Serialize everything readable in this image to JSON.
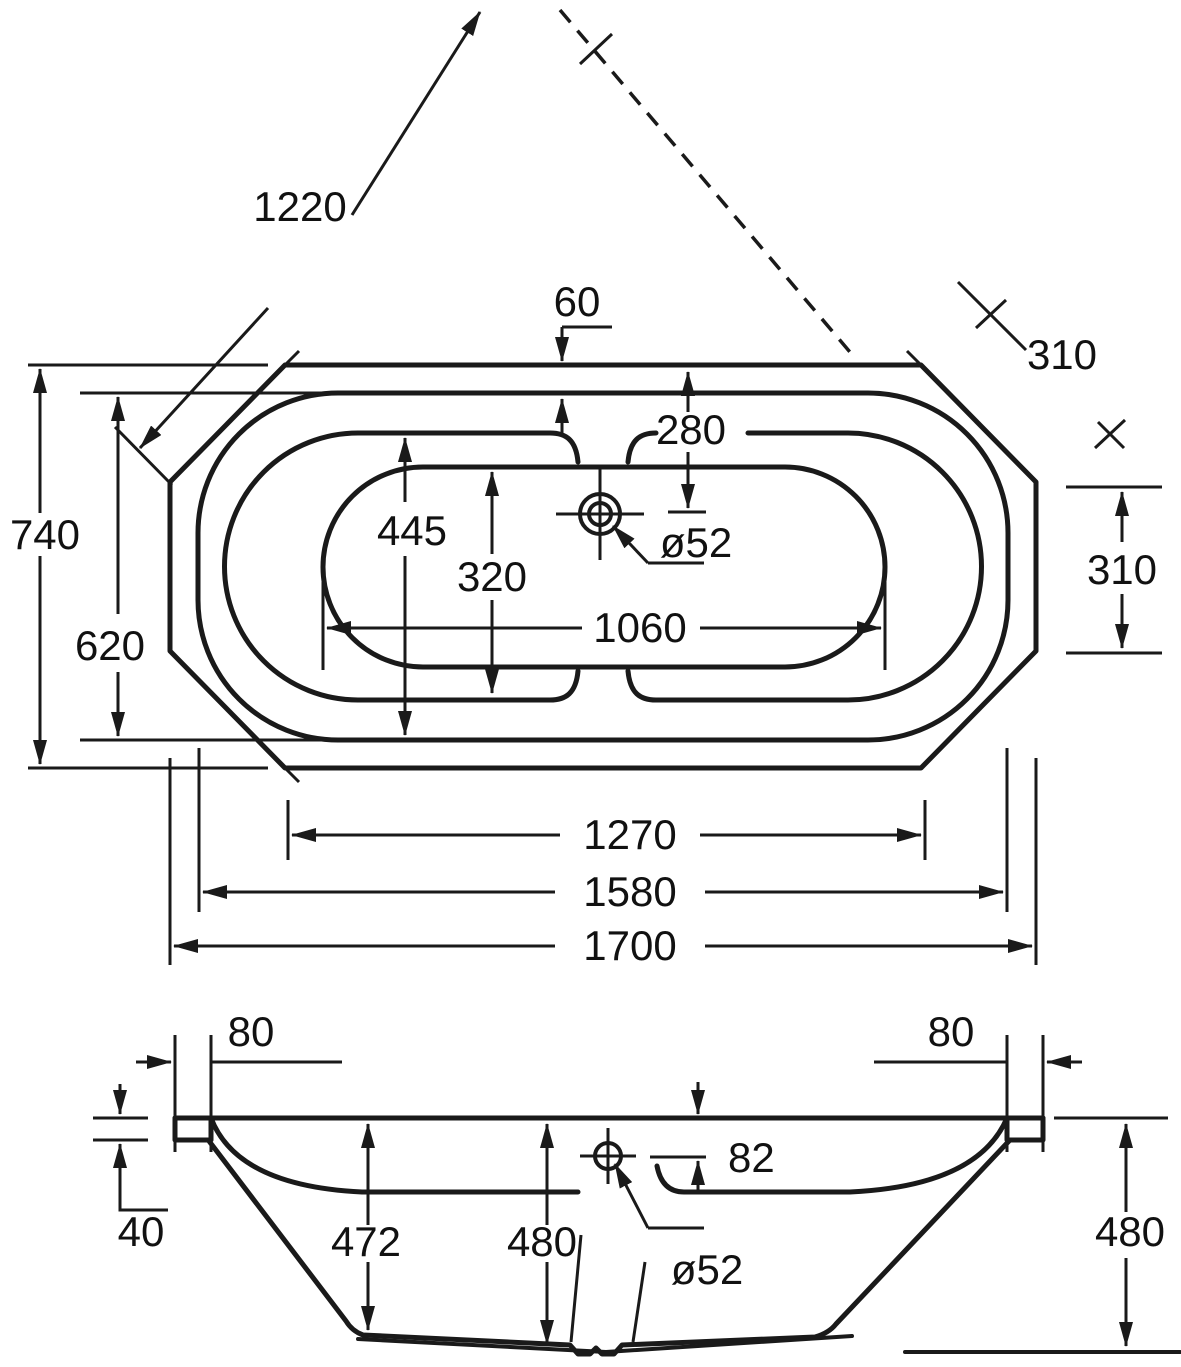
{
  "drawing": {
    "type": "bathtub-technical-drawing",
    "units": "mm",
    "top_view": {
      "diagonal": "1220",
      "rim_width_top": "60",
      "corner_cut": "310",
      "side_cut_height": "310",
      "overflow_offset": "280",
      "overflow_diameter": "ø52",
      "overall_width": "740",
      "inner_width": "620",
      "seat_width": "445",
      "floor_width": "320",
      "floor_length": "1060",
      "basin_length": "1270",
      "inner_length": "1580",
      "overall_length": "1700"
    },
    "section_view": {
      "rim_overhang_left": "80",
      "rim_overhang_right": "80",
      "lip_height": "40",
      "overflow_drop": "82",
      "inner_depth": "472",
      "center_depth": "480",
      "overall_height": "480",
      "waste_diameter": "ø52"
    }
  }
}
